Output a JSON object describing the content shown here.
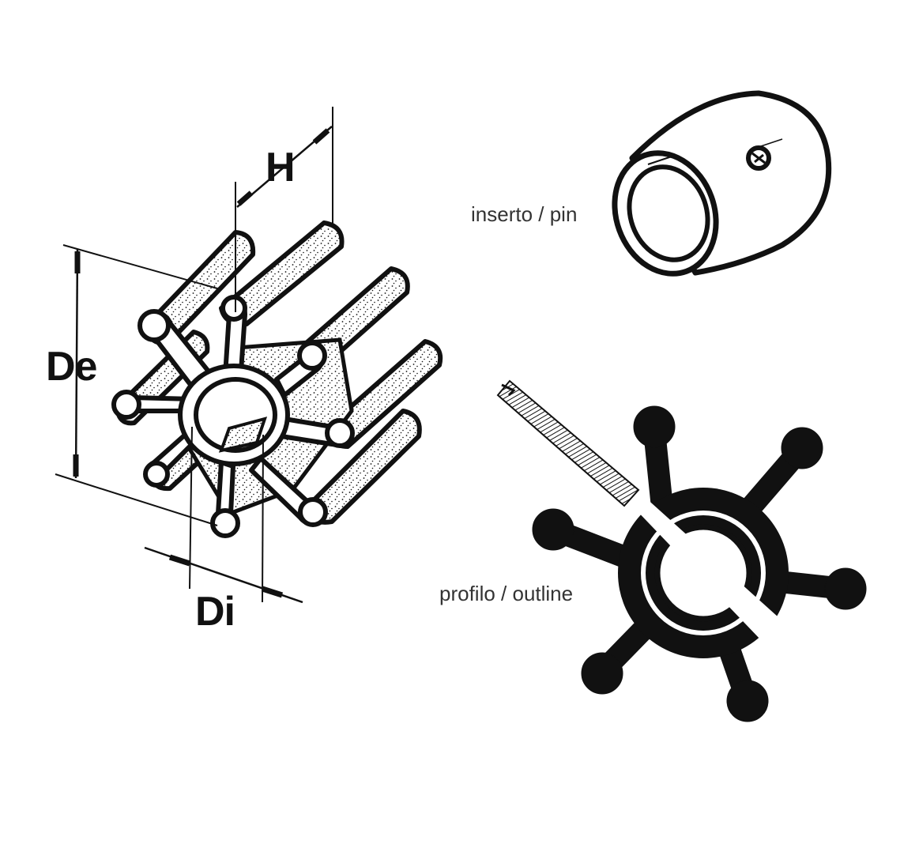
{
  "labels": {
    "height": "H",
    "outer_diameter": "De",
    "inner_diameter": "Di"
  },
  "captions": {
    "pin": "inserto / pin",
    "outline": "profilo / outline"
  },
  "colors": {
    "ink": "#111111",
    "paper": "#ffffff",
    "caption_text": "#333333"
  },
  "impeller_blade_count": 6
}
